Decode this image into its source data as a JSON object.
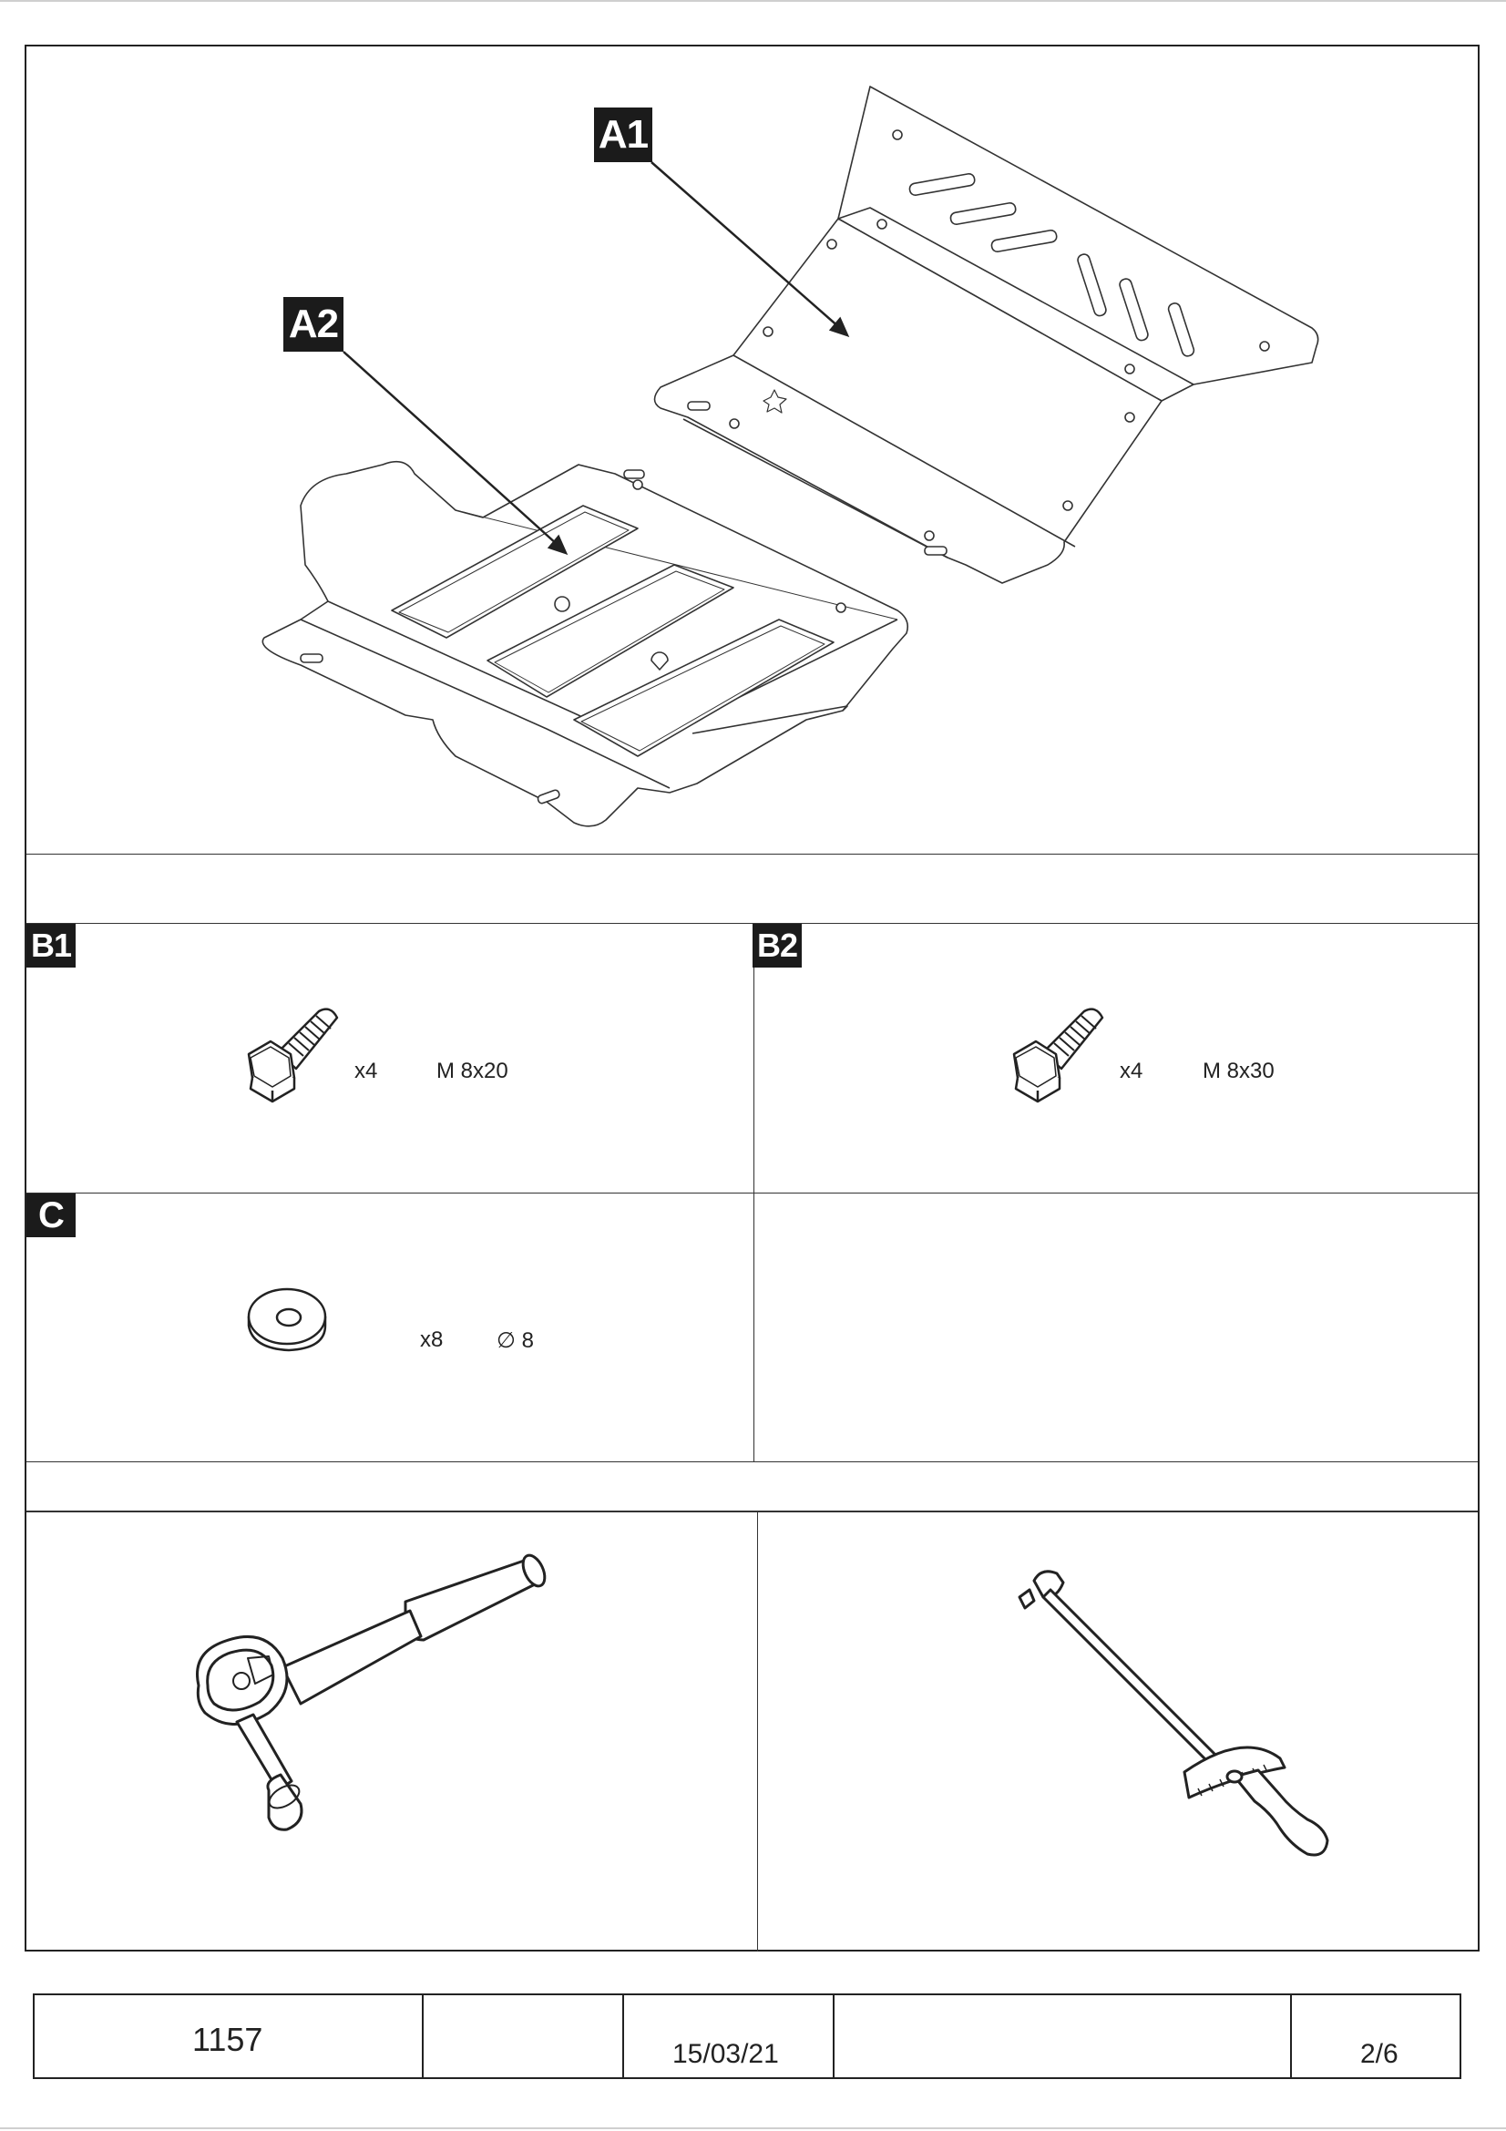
{
  "parts": {
    "a1_label": "A1",
    "a2_label": "A2"
  },
  "hardware": {
    "b1": {
      "label": "B1",
      "qty": "x4",
      "size": "M 8x20"
    },
    "b2": {
      "label": "B2",
      "qty": "x4",
      "size": "M 8x30"
    },
    "c": {
      "label": "C",
      "qty": "x8",
      "size": "∅ 8"
    }
  },
  "tools": {
    "left_icon": "ratchet-wrench-icon",
    "right_icon": "torque-wrench-icon"
  },
  "footer": {
    "code": "1157",
    "date": "15/03/21",
    "page": "2/6"
  }
}
